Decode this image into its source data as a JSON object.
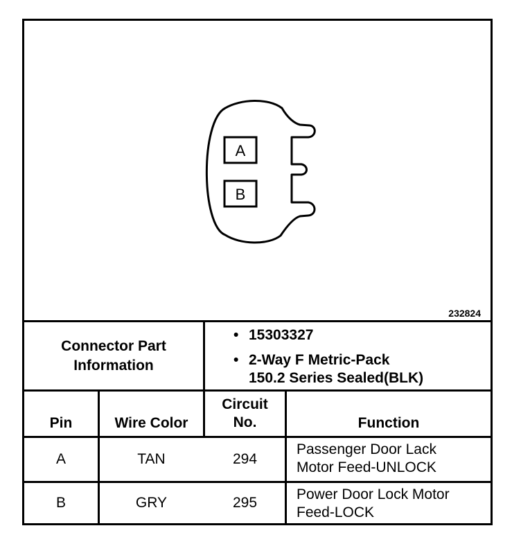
{
  "figure_id": "232824",
  "connector": {
    "pin_labels": [
      "A",
      "B"
    ]
  },
  "part_info": {
    "heading_line1": "Connector Part",
    "heading_line2": "Information",
    "bullet": "•",
    "items": [
      {
        "line1": "15303327"
      },
      {
        "line1": "2-Way F Metric-Pack",
        "line2": "150.2 Series Sealed(BLK)"
      }
    ]
  },
  "table": {
    "headers": {
      "pin": "Pin",
      "wire_color": "Wire Color",
      "circuit_line1": "Circuit",
      "circuit_line2": "No.",
      "function": "Function"
    },
    "rows": [
      {
        "pin": "A",
        "wire_color": "TAN",
        "circuit": "294",
        "function_line1": "Passenger Door Lack",
        "function_line2": "Motor Feed-UNLOCK"
      },
      {
        "pin": "B",
        "wire_color": "GRY",
        "circuit": "295",
        "function_line1": "Power Door Lock Motor",
        "function_line2": "Feed-LOCK"
      }
    ]
  }
}
